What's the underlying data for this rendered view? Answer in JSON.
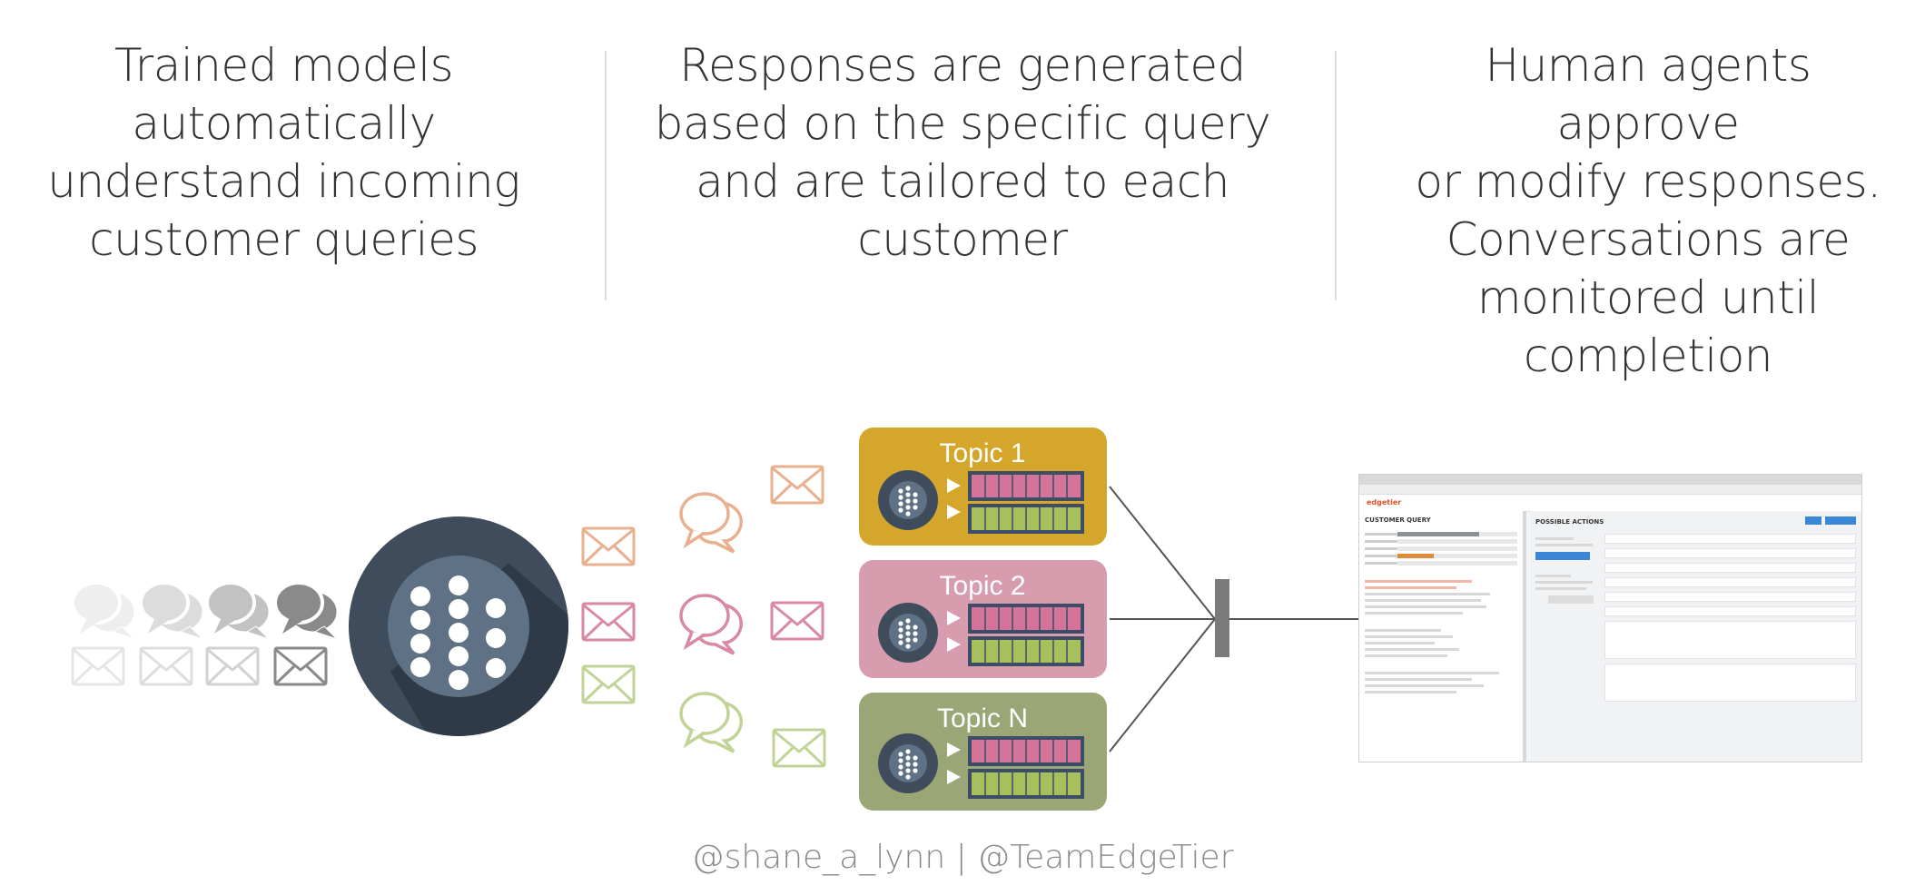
{
  "headings": {
    "left_lines": [
      "Trained models",
      "automatically",
      "understand incoming",
      "customer queries"
    ],
    "middle_lines": [
      "Responses are generated",
      "based on the specific query",
      "and are tailored to each",
      "customer"
    ],
    "right_lines": [
      "Human agents approve",
      "or modify responses.",
      "Conversations are",
      "monitored until",
      "completion"
    ]
  },
  "topics": [
    {
      "label": "Topic 1",
      "color": "#d4a72c"
    },
    {
      "label": "Topic 2",
      "color": "#d79daf"
    },
    {
      "label": "Topic N",
      "color": "#9ba677"
    }
  ],
  "colors": {
    "model_circle": "#3f4c5c",
    "model_inner": "#5f7184",
    "bar_pink": "#d4749a",
    "bar_green": "#a7c05c",
    "bar_border": "#3d4d66",
    "orange_icon": "#e8b08f",
    "pink_icon": "#d98aa3",
    "green_icon": "#c2d397",
    "gray_dark": "#888888",
    "gray_light": "#dddddd",
    "edgetier_orange": "#e0522b"
  },
  "icons": [
    "envelope-icon",
    "chat-bubbles-icon",
    "neural-network-icon",
    "play-triangle-icon"
  ],
  "screenshot": {
    "brand": "edgetier",
    "left_title": "CUSTOMER QUERY",
    "right_title": "POSSIBLE ACTIONS"
  },
  "footer": "@shane_a_lynn | @TeamEdgeTier"
}
